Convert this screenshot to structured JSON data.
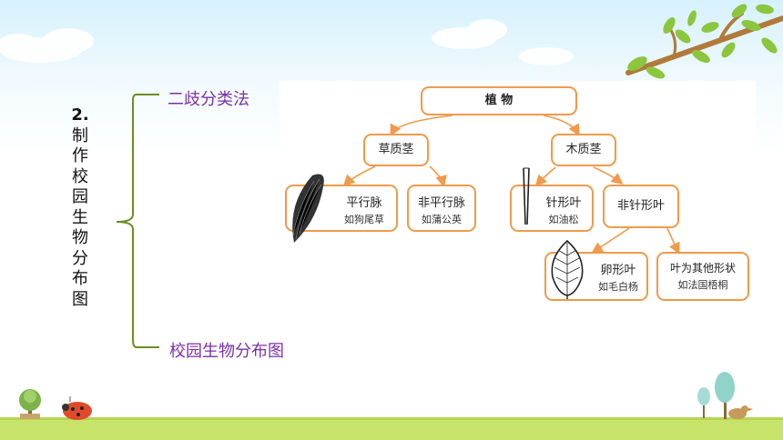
{
  "slide": {
    "section_number": "2.",
    "section_title_chars": [
      "制",
      "作",
      "校",
      "园",
      "生",
      "物",
      "分",
      "布",
      "图"
    ],
    "branch_top": "二歧分类法",
    "branch_bottom": "校园生物分布图"
  },
  "diagram": {
    "root": "植 物",
    "herb": "草质茎",
    "wood": "木质茎",
    "parallel": {
      "title": "平行脉",
      "example": "如狗尾草"
    },
    "nonparallel": {
      "title": "非平行脉",
      "example": "如蒲公英"
    },
    "needle": {
      "title": "针形叶",
      "example": "如油松"
    },
    "nonneedle": {
      "title": "非针形叶"
    },
    "ovate": {
      "title": "卵形叶",
      "example": "如毛白杨"
    },
    "other": {
      "title": "叶为其他形状",
      "example": "如法国梧桐"
    }
  },
  "colors": {
    "node_border": "#f09a4a",
    "arrow": "#f09a4a",
    "brace": "#6b8e23",
    "branch_text": "#7b2fa8",
    "grass": "#c8e36a"
  },
  "icons": [
    "tree-icon",
    "ladybug-icon",
    "bird-icon",
    "branch-icon",
    "cloud-icon"
  ]
}
